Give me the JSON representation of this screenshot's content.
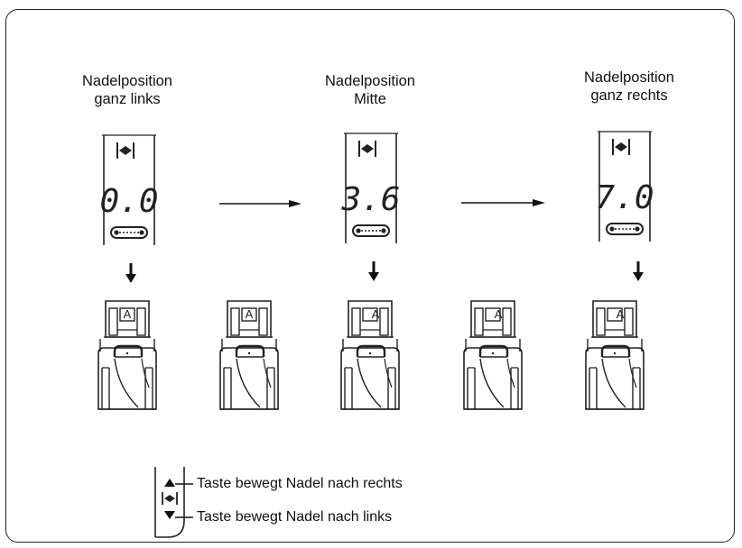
{
  "positions": [
    {
      "title": "Nadelposition",
      "subtitle": "ganz links",
      "display_value": "0.0"
    },
    {
      "title": "Nadelposition",
      "subtitle": "Mitte",
      "display_value": "3.6"
    },
    {
      "title": "Nadelposition",
      "subtitle": "ganz rechts",
      "display_value": "7.0"
    }
  ],
  "presser_foot_letter": "A",
  "legend": {
    "up_label": "Taste bewegt Nadel nach rechts",
    "down_label": "Taste bewegt Nadel nach links"
  },
  "icons": [
    "needle-position-icon",
    "stitch-plate-icon",
    "down-arrow-icon",
    "right-arrow-icon",
    "up-triangle-icon",
    "down-triangle-icon"
  ]
}
